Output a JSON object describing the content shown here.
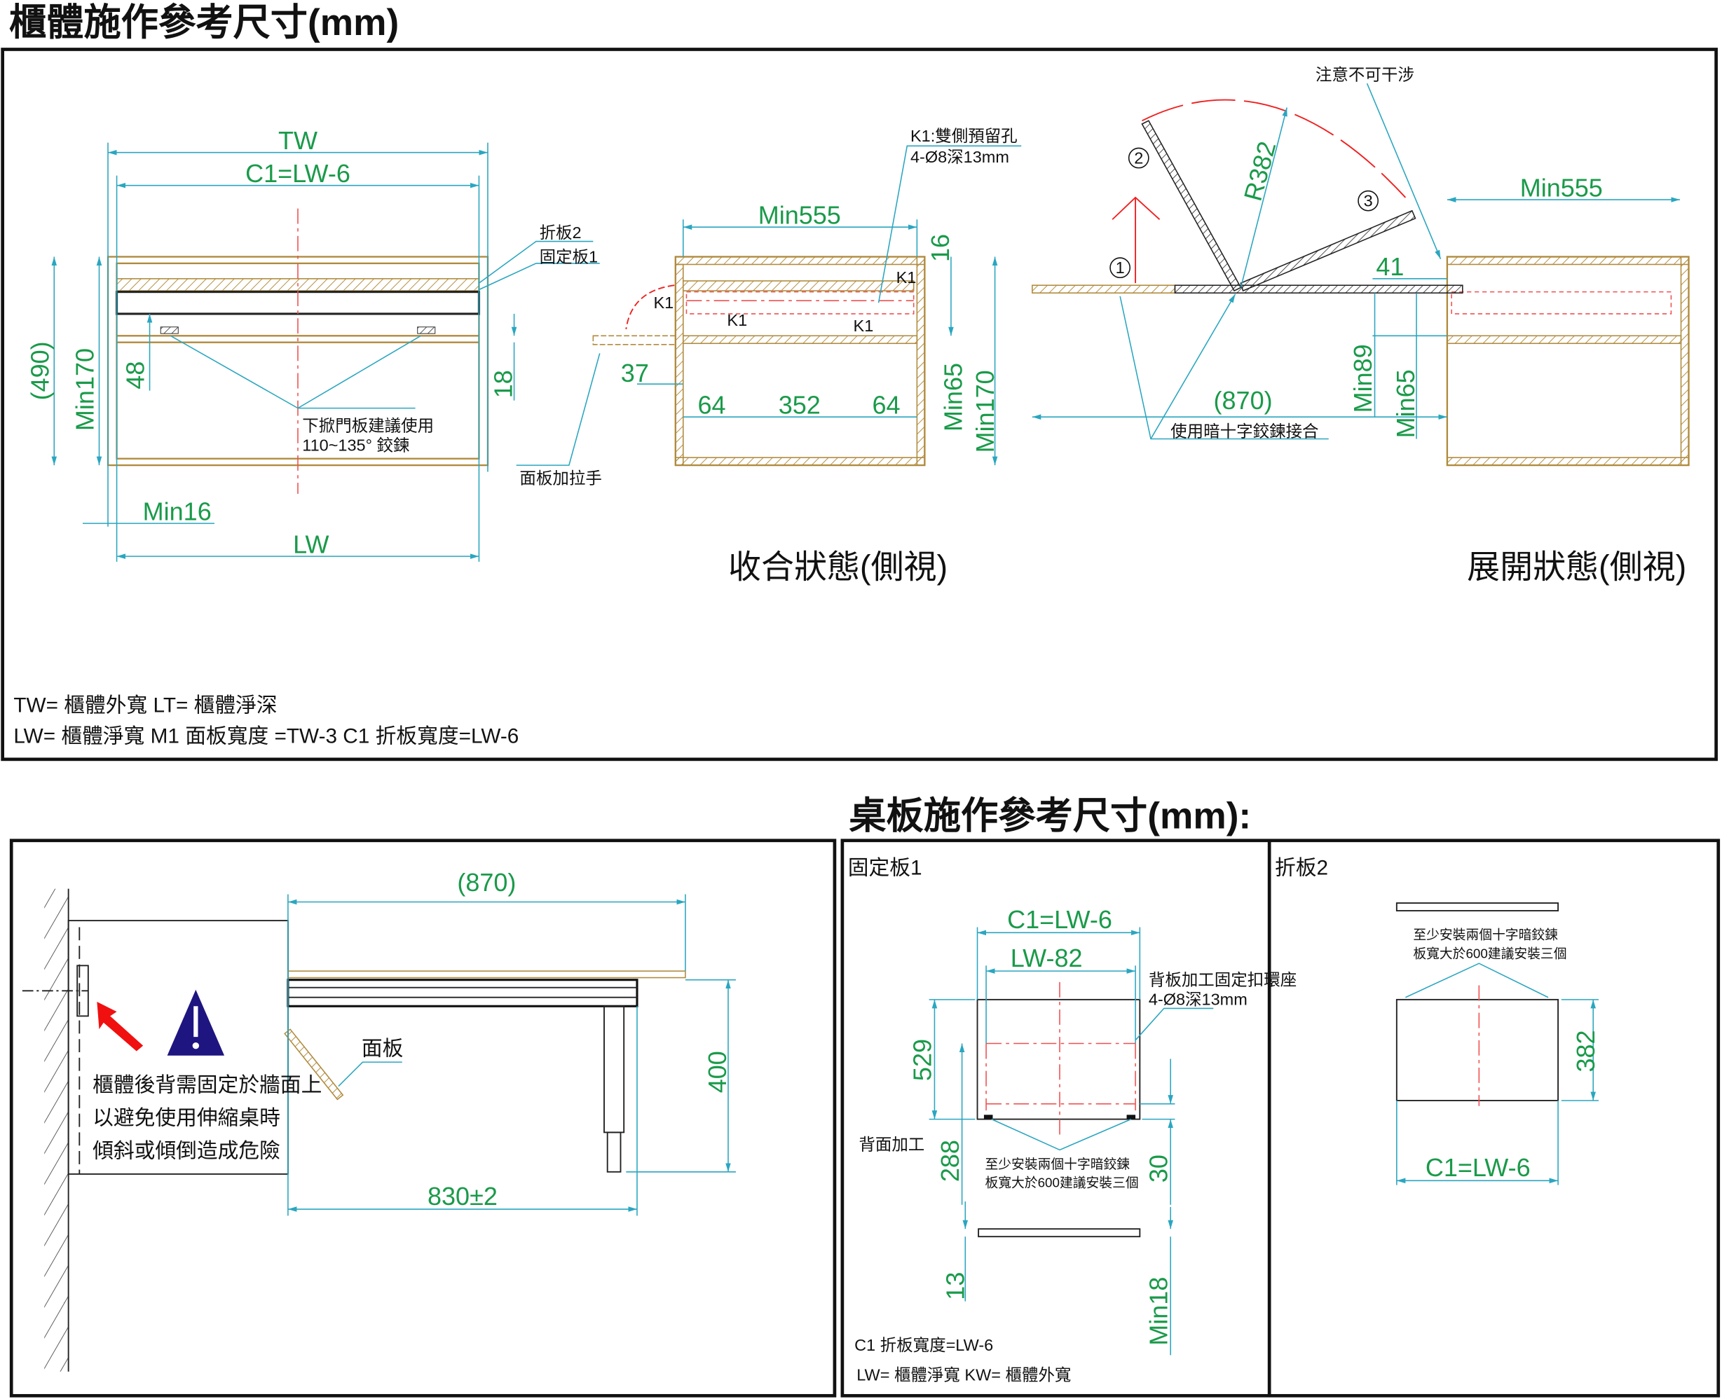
{
  "cabinet_section": {
    "title": "櫃體施作參考尺寸(mm)",
    "front_view": {
      "tw": "TW",
      "c1": "C1=LW-6",
      "min16": "Min16",
      "lw": "LW",
      "d490": "(490)",
      "min170": "Min170",
      "d48": "48",
      "d18": "18",
      "fold_board": "折板2",
      "fixed_board": "固定板1",
      "hinge_note_1": "下掀門板建議使用",
      "hinge_note_2": "110~135° 鉸鍊",
      "handle_note": "面板加拉手"
    },
    "collapsed_view": {
      "caption": "收合狀態(側視)",
      "min555": "Min555",
      "k1_note_1": "K1:雙側預留孔",
      "k1_note_2": "4-Ø8深13mm",
      "d16": "16",
      "k1": "K1",
      "d37": "37",
      "d64a": "64",
      "d352": "352",
      "d64b": "64",
      "min65": "Min65",
      "min170": "Min170"
    },
    "expanded_view": {
      "caption": "展開狀態(側視)",
      "warning": "注意不可干涉",
      "r382": "R382",
      "step1": "1",
      "step2": "2",
      "step3": "3",
      "min555": "Min555",
      "d41": "41",
      "d870": "(870)",
      "hinge_note": "使用暗十字鉸鍊接合",
      "min89": "Min89",
      "min65": "Min65"
    },
    "legend": [
      "TW= 櫃體外寬  LT= 櫃體淨深",
      "LW= 櫃體淨寬  M1 面板寬度 =TW-3 C1  折板寬度=LW-6"
    ]
  },
  "desk_section": {
    "title": "桌板施作參考尺寸(mm):",
    "side_view": {
      "d870": "(870)",
      "d830": "830±2",
      "d400": "400",
      "panel": "面板",
      "warning_lines": [
        "櫃體後背需固定於牆面上",
        "以避免使用伸縮桌時",
        "傾斜或傾倒造成危險"
      ],
      "colors": {
        "warning_icon": "#1e1580",
        "arrow": "#f01010"
      }
    },
    "fixed_board": {
      "title": "固定板1",
      "c1": "C1=LW-6",
      "lw82": "LW-82",
      "back_note_1": "背板加工固定扣環座",
      "back_note_2": "4-Ø8深13mm",
      "d529": "529",
      "back_label": "背面加工",
      "d288": "288",
      "d30": "30",
      "hinge_note_1": "至少安裝兩個十字暗鉸鍊",
      "hinge_note_2": "板寬大於600建議安裝三個",
      "d13": "13",
      "min18": "Min18",
      "legend_1": "C1 折板寬度=LW-6",
      "legend_2": "LW= 櫃體淨寬 KW= 櫃體外寬"
    },
    "fold_board": {
      "title": "折板2",
      "hinge_note_1": "至少安裝兩個十字暗鉸鍊",
      "hinge_note_2": "板寬大於600建議安裝三個",
      "d382": "382",
      "c1": "C1=LW-6"
    }
  },
  "colors": {
    "dimension_text": "#1a9a4a",
    "dimension_line": "#2aa6c0",
    "wood": "#b08a3c",
    "centerline": "#f05050"
  }
}
